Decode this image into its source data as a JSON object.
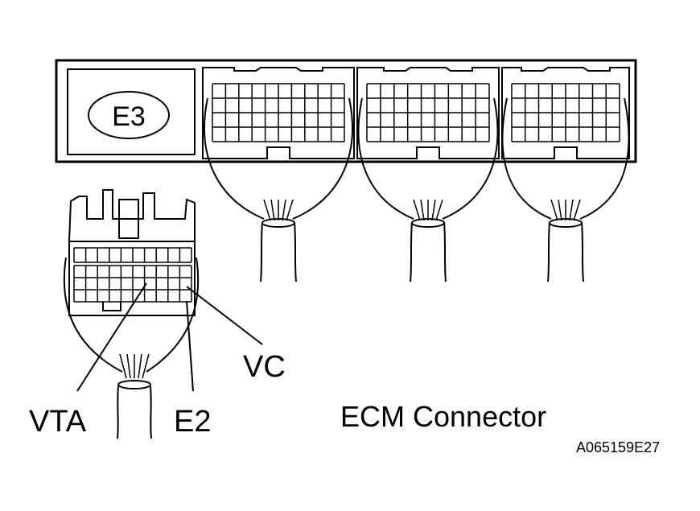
{
  "header_connector": {
    "id": "E3"
  },
  "small_connector": {
    "pins": [
      {
        "key": "vc",
        "label": "VC"
      },
      {
        "key": "vta",
        "label": "VTA"
      },
      {
        "key": "e2",
        "label": "E2"
      }
    ]
  },
  "caption": "ECM Connector",
  "figure_code": "A065159E27",
  "colors": {
    "line": "#000000",
    "background": "#ffffff"
  }
}
